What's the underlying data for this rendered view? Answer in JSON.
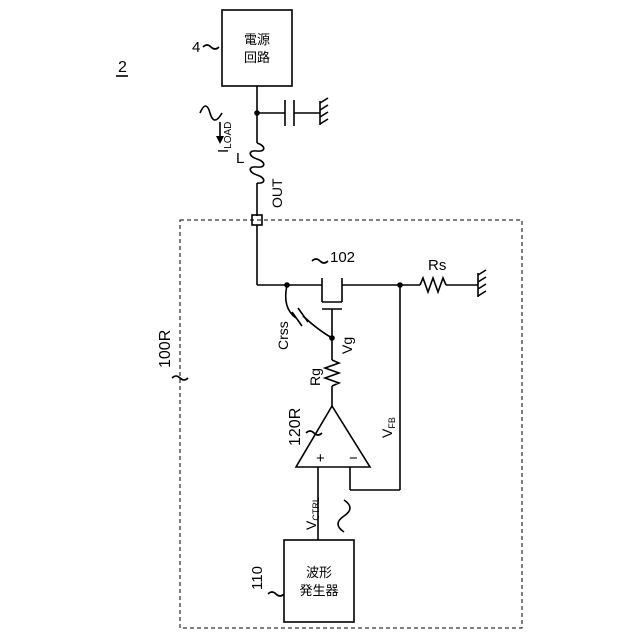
{
  "figure_number": "2",
  "labels": {
    "power_supply_ref": "4",
    "power_supply_text": [
      "電源",
      "回路"
    ],
    "load_current_main": "I",
    "load_current_sub": "LOAD",
    "inductor": "L",
    "output_node": "OUT",
    "device_ref": "100R",
    "transistor_ref": "102",
    "sense_resistor": "Rs",
    "capacitance": "Crss",
    "gate_voltage": "Vg",
    "gate_resistor": "Rg",
    "amplifier_ref": "120R",
    "feedback_main": "V",
    "feedback_sub": "FB",
    "control_main": "V",
    "control_sub": "CTRL",
    "plus_sign": "+",
    "minus_sign": "−",
    "generator_ref": "110",
    "generator_text": [
      "波形",
      "発生器"
    ]
  }
}
